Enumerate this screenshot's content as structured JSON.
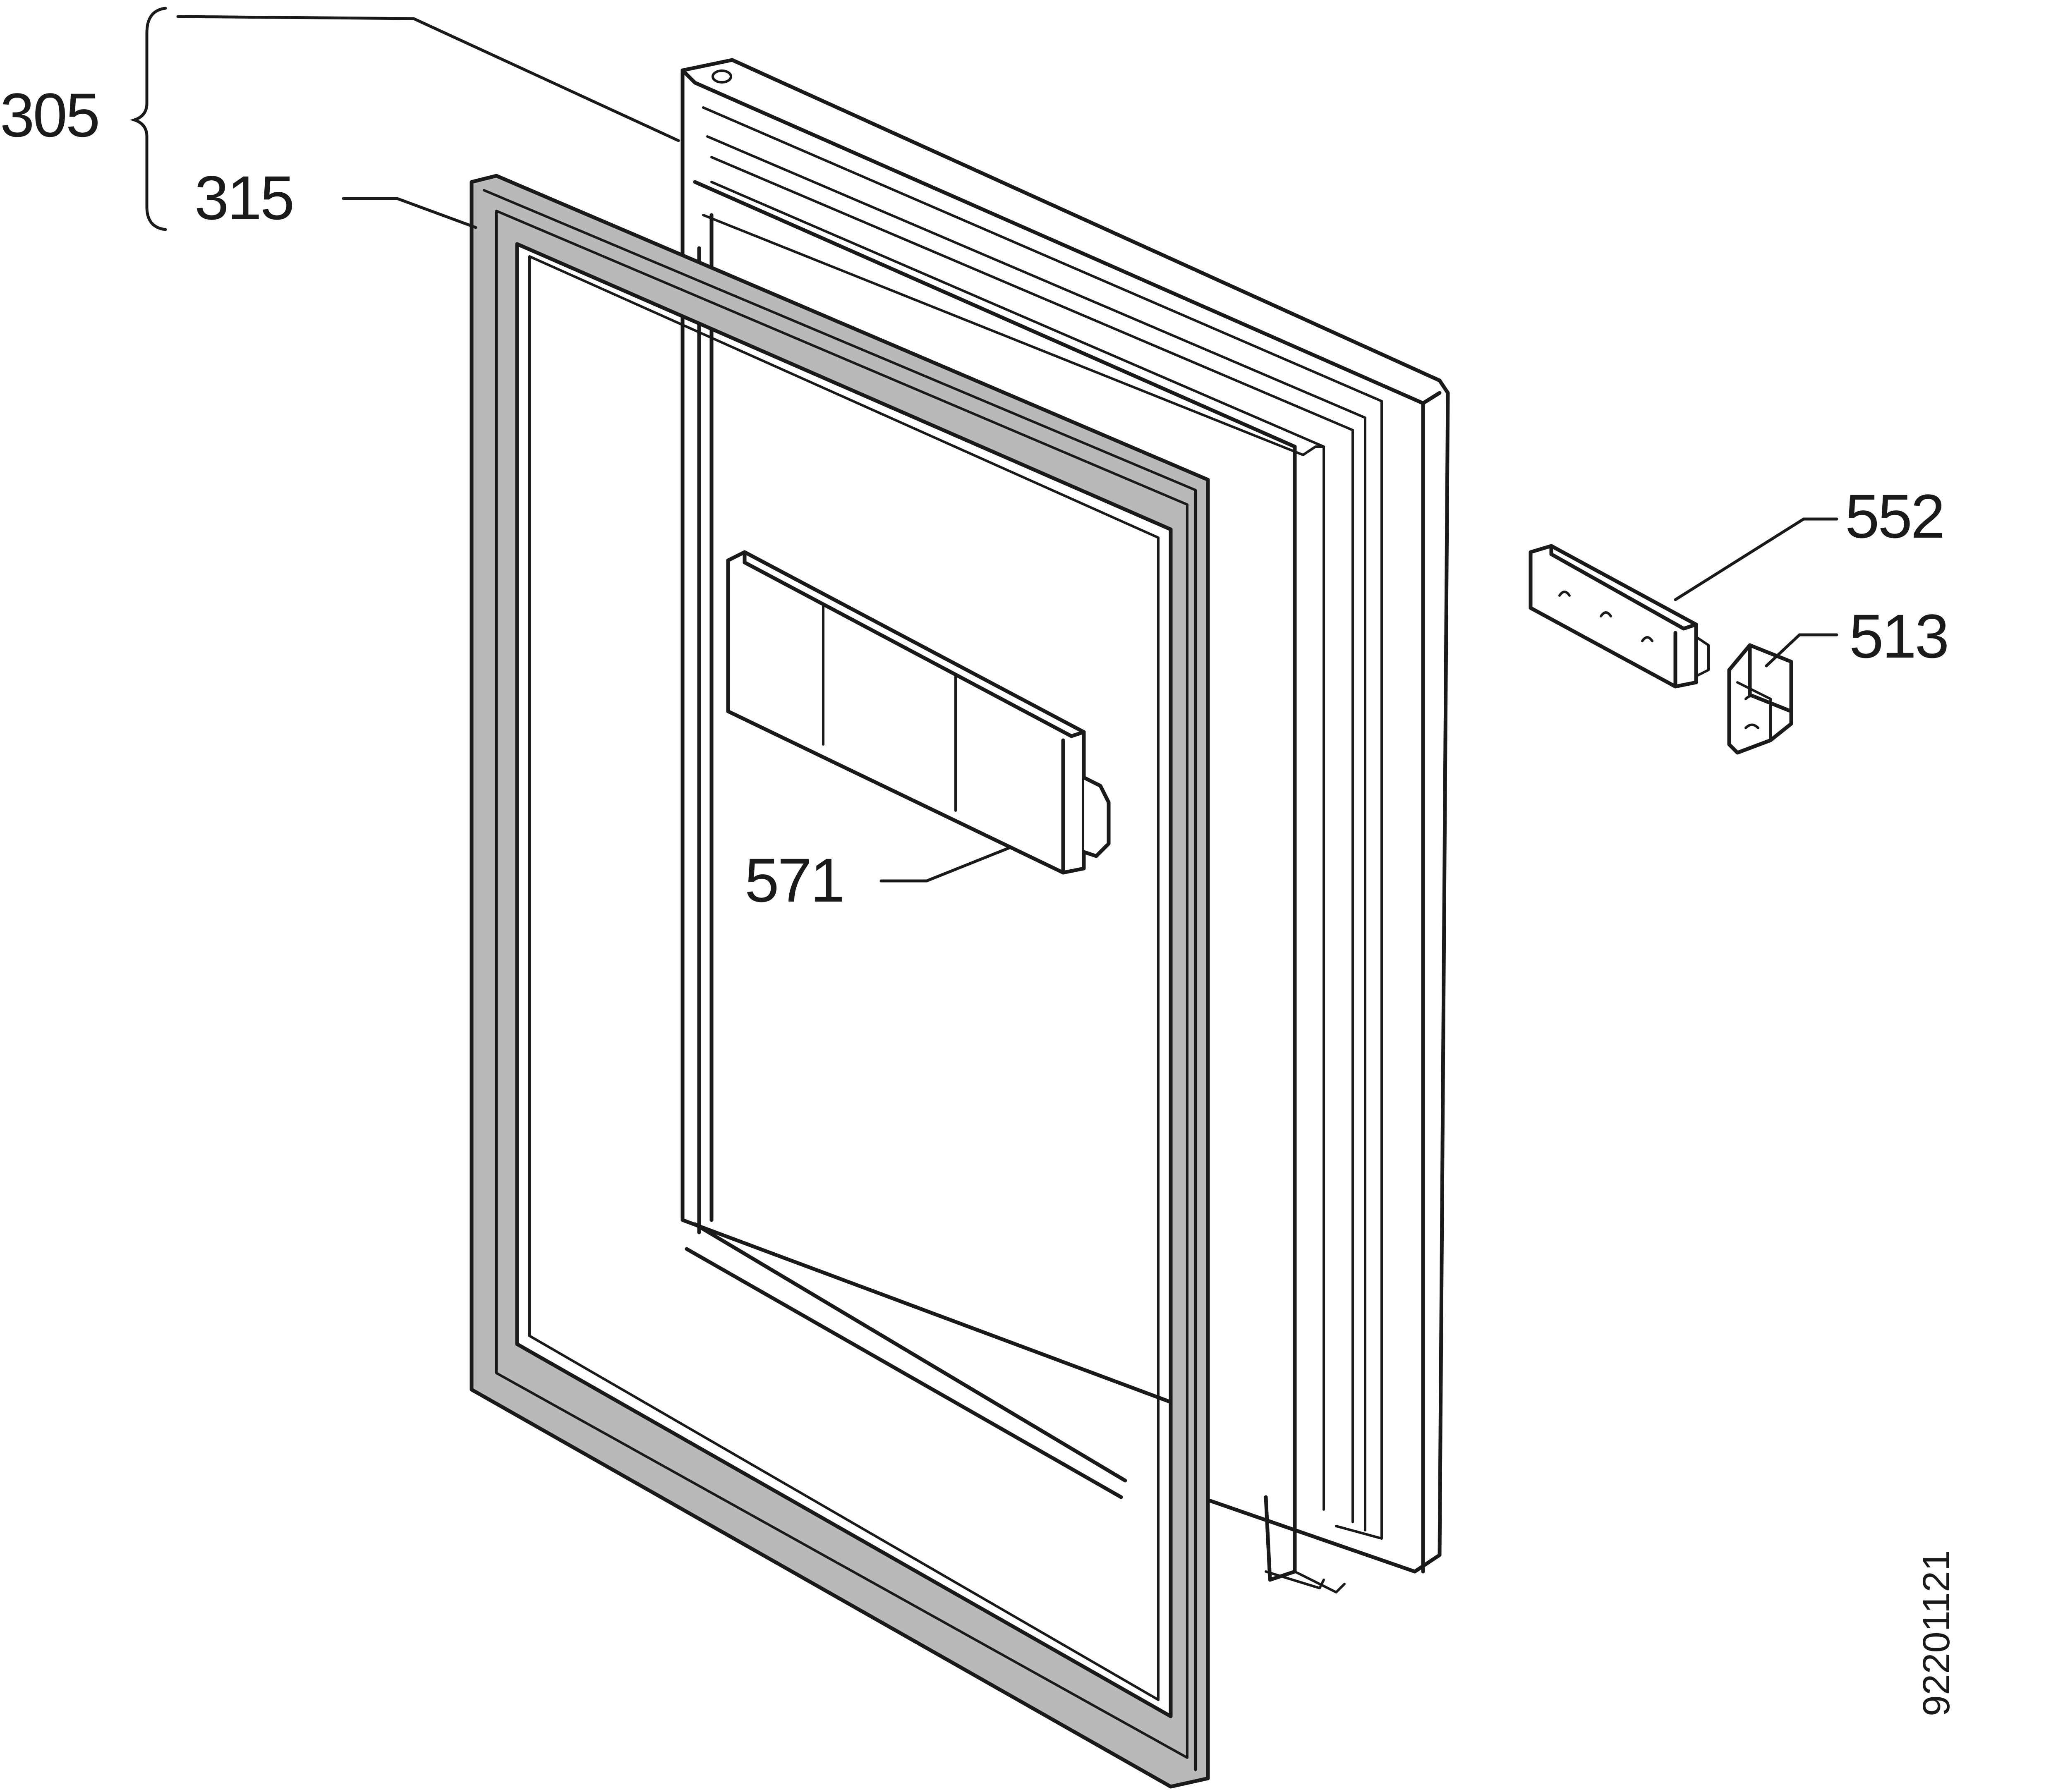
{
  "callouts": {
    "door_assembly": "305",
    "gasket": "315",
    "hinge_plate": "552",
    "hinge_bracket": "513",
    "control_panel": "571"
  },
  "drawing_id": "92201121",
  "colors": {
    "line": "#1a1a1a",
    "gasket_texture": "#b9b9b9",
    "background": "#ffffff"
  }
}
